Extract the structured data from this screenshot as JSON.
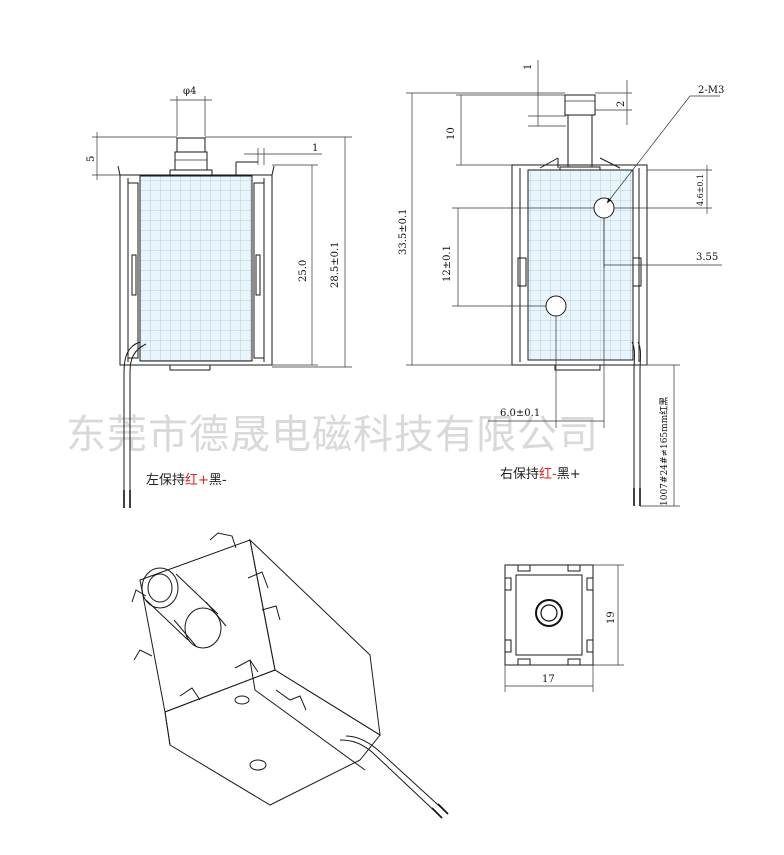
{
  "watermark": "东莞市德晟电磁科技有限公司",
  "left_view": {
    "caption_prefix": "左保持",
    "caption_red": "红+",
    "caption_suffix": "黑-",
    "dims": {
      "shaft_dia": "φ4",
      "top_offset": "5",
      "bracket_gap": "1",
      "body_height": "25.0",
      "total_height": "28.5±0.1"
    }
  },
  "right_view": {
    "caption_prefix": "右保持",
    "caption_red": "红-",
    "caption_suffix": "黑+",
    "dims": {
      "tip_one": "1",
      "tip_two": "2",
      "shaft_len": "10",
      "total_height": "33.5±0.1",
      "thread": "2-M3",
      "hole_top": "4.6±0.1",
      "hole_spacing": "12±0.1",
      "side_offset": "3.55",
      "hole_horizontal": "6.0±0.1",
      "lead_spec": "1007#24#≠165mm红黑"
    }
  },
  "bottom_view": {
    "width": "17",
    "height": "19"
  },
  "colors": {
    "line": "#1a1a1a",
    "coil_fill": "#eaf4fb",
    "coil_grid": "#9fc4dc",
    "caption_red": "#e02020",
    "watermark": "#d9d9d9"
  }
}
